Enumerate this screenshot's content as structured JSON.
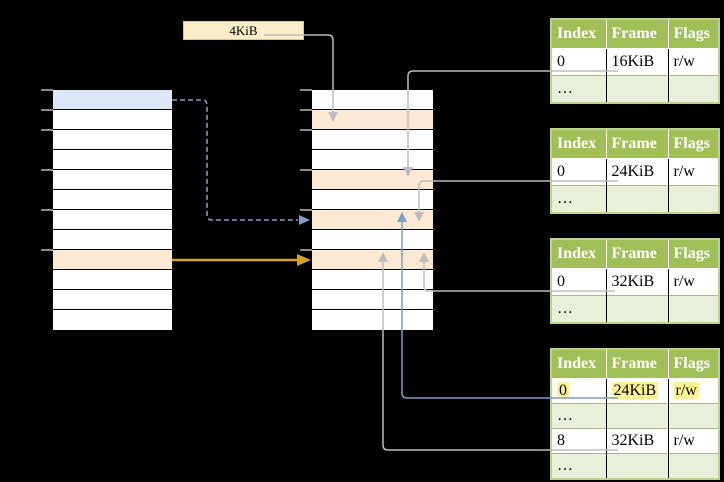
{
  "labels": {
    "frame_size": "4KiB"
  },
  "memory_columns": {
    "virtual": {
      "rows": 12,
      "blue_row_index": 0,
      "orange_row_index": 8
    },
    "physical": {
      "rows": 12,
      "orange_row_indices": [
        1,
        4,
        6,
        8
      ]
    }
  },
  "page_tables": [
    {
      "headers": [
        "Index",
        "Frame",
        "Flags"
      ],
      "rows": [
        {
          "index": "0",
          "frame": "16KiB",
          "flags": "r/w"
        },
        {
          "index": "…",
          "frame": "",
          "flags": ""
        }
      ]
    },
    {
      "headers": [
        "Index",
        "Frame",
        "Flags"
      ],
      "rows": [
        {
          "index": "0",
          "frame": "24KiB",
          "flags": "r/w"
        },
        {
          "index": "…",
          "frame": "",
          "flags": ""
        }
      ]
    },
    {
      "headers": [
        "Index",
        "Frame",
        "Flags"
      ],
      "rows": [
        {
          "index": "0",
          "frame": "32KiB",
          "flags": "r/w"
        },
        {
          "index": "…",
          "frame": "",
          "flags": ""
        }
      ]
    },
    {
      "headers": [
        "Index",
        "Frame",
        "Flags"
      ],
      "rows": [
        {
          "index": "0",
          "frame": "24KiB",
          "flags": "r/w",
          "highlighted": true
        },
        {
          "index": "…",
          "frame": "",
          "flags": ""
        },
        {
          "index": "8",
          "frame": "32KiB",
          "flags": "r/w"
        },
        {
          "index": "…",
          "frame": "",
          "flags": ""
        }
      ]
    }
  ],
  "colors": {
    "background": "#000000",
    "table_header_green": "#a0bf56",
    "table_row_light_green": "#e9f0da",
    "table_border_green": "#bcd389",
    "highlight_yellow": "#fbf293",
    "row_highlight_blue": "#dbe7f6",
    "row_highlight_orange": "#fde8d3",
    "label_box_tan": "#fcedca",
    "connector_gray": "#bdbdbd",
    "connector_blue": "#7d9cc9",
    "connector_orange": "#d9a021"
  }
}
